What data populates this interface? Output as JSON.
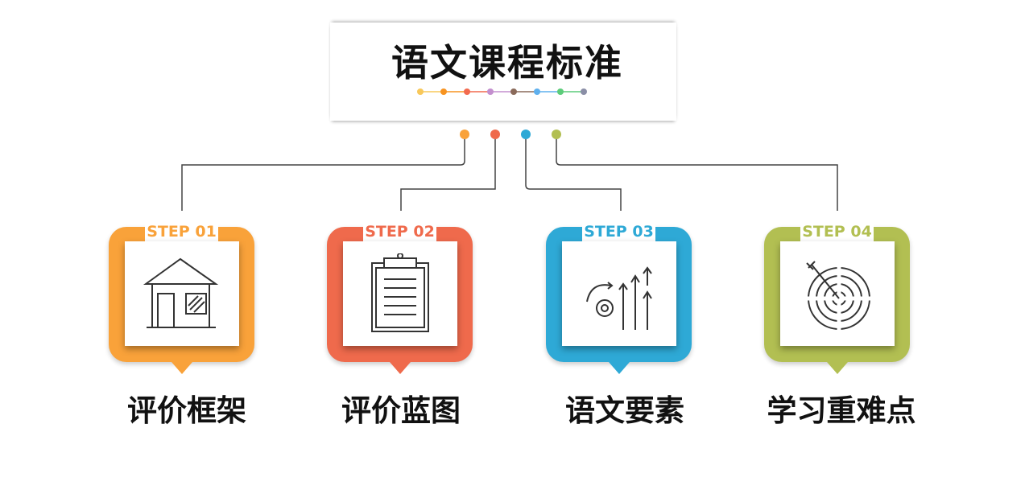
{
  "title": "语文课程标准",
  "colors": {
    "step1": "#f9a23a",
    "step2": "#ef6a4c",
    "step3": "#2ea9d6",
    "step4": "#b2bf52"
  },
  "title_dots": [
    "#f8c85a",
    "#f79320",
    "#f26a4f",
    "#c38fce",
    "#8a6a5a",
    "#5fb0ee",
    "#5ccc7a",
    "#8a8ea6"
  ],
  "steps": [
    {
      "step": "STEP 01",
      "label": "评价框架",
      "icon": "house-icon"
    },
    {
      "step": "STEP 02",
      "label": "评价蓝图",
      "icon": "clipboard-icon"
    },
    {
      "step": "STEP 03",
      "label": "语文要素",
      "icon": "gear-arrows-icon"
    },
    {
      "step": "STEP 04",
      "label": "学习重难点",
      "icon": "target-icon"
    }
  ]
}
